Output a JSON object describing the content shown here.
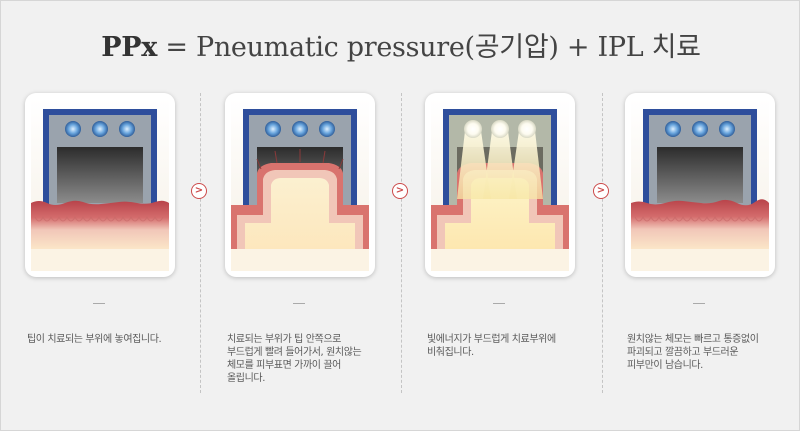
{
  "title": {
    "ppx": "PPx",
    "rest": " = Pneumatic pressure(공기압) + IPL 치료"
  },
  "steps": [
    {
      "text": "팁이 치료되는 부위에 놓여집니다."
    },
    {
      "text": "치료되는 부위가 팁 안쪽으로\n부드럽게 빨려 들어가서, 원치않는\n체모를 피부표면 가까이 끌어\n올립니다."
    },
    {
      "text": "빛에너지가 부드럽게 치료부위에\n비춰집니다."
    },
    {
      "text": "원치않는 체모는 빠르고 통증없이\n파괴되고 깔끔하고 부드러운\n피부만이 남습니다."
    }
  ],
  "arrow_glyph": ">",
  "colors": {
    "device_blue": "#2e4e9c",
    "device_gray": "#9aa3ad",
    "skin_red": "#b8434a",
    "skin_pink": "#f1c6b8",
    "arrow_red": "#cc4a4a"
  }
}
